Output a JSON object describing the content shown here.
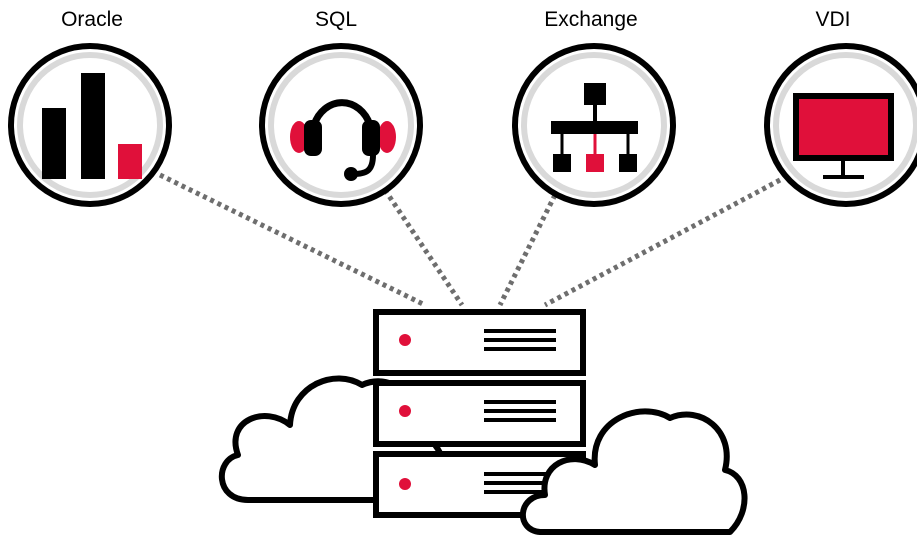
{
  "labels": {
    "oracle": "Oracle",
    "sql": "SQL",
    "exchange": "Exchange",
    "vdi": "VDI"
  },
  "icons": {
    "oracle": "bar-chart-icon",
    "sql": "headset-icon",
    "exchange": "org-chart-icon",
    "vdi": "monitor-icon",
    "server": "server-stack-icon",
    "cloud": "cloud-icon"
  },
  "colors": {
    "accent": "#e0103a",
    "stroke": "#000000",
    "ring": "#d9d9d9",
    "connector": "#6e6e6e"
  }
}
